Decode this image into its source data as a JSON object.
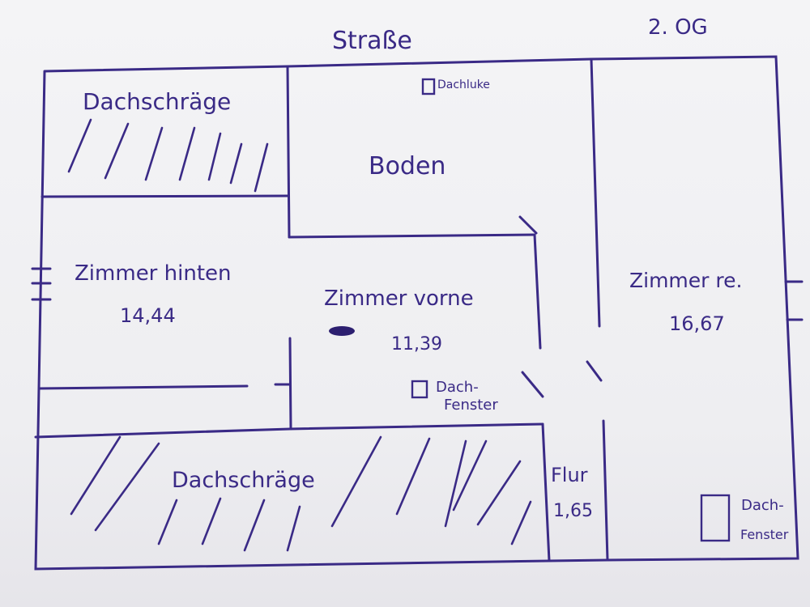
{
  "street_label": "Straße",
  "floor_label": "2. OG",
  "rooms": {
    "dachschraege_top": {
      "label": "Dachschräge"
    },
    "boden": {
      "label": "Boden"
    },
    "dachluke": {
      "label": "Dachluke"
    },
    "zimmer_hinten": {
      "label": "Zimmer hinten",
      "area": "14,44"
    },
    "zimmer_vorne": {
      "label": "Zimmer vorne",
      "area": "11,39"
    },
    "zimmer_re": {
      "label": "Zimmer re.",
      "area": "16,67"
    },
    "dachschraege_bottom": {
      "label": "Dachschräge"
    },
    "flur": {
      "label": "Flur",
      "area": "1,65"
    }
  },
  "windows": {
    "dachfenster_mid": {
      "line1": "Dach-",
      "line2": "Fenster"
    },
    "dachfenster_right": {
      "line1": "Dach-",
      "line2": "Fenster"
    }
  },
  "colors": {
    "ink": "#3a2a86",
    "paper": "#f2f2f4"
  }
}
